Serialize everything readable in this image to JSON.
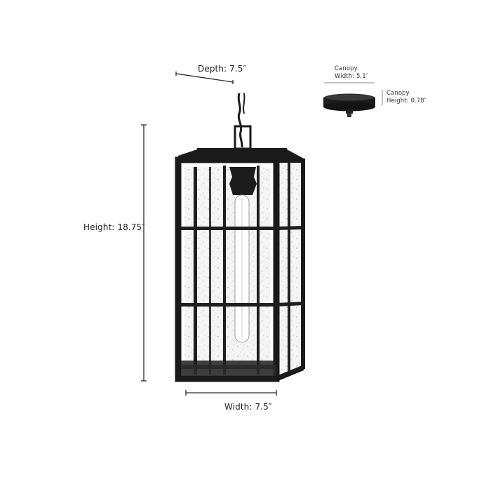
{
  "dimensions": {
    "depth": {
      "label": "Depth:",
      "value": "7.5″"
    },
    "height": {
      "label": "Height:",
      "value": "18.75″"
    },
    "width": {
      "label": "Width:",
      "value": "7.5″"
    },
    "canopy_width": {
      "label_line1": "Canopy",
      "label_line2": "Width: 5.1″"
    },
    "canopy_height": {
      "label_line1": "Canopy",
      "label_line2": "Height: 0.78″"
    }
  },
  "product": {
    "name": "lantern-pendant",
    "frame_color": "#1b1b1b",
    "glass_color": "#f3f3f3",
    "finish": "black",
    "glass": "seeded"
  },
  "colors": {
    "background": "#ffffff",
    "line": "#2a2a2a",
    "text": "#1e1e1e"
  }
}
